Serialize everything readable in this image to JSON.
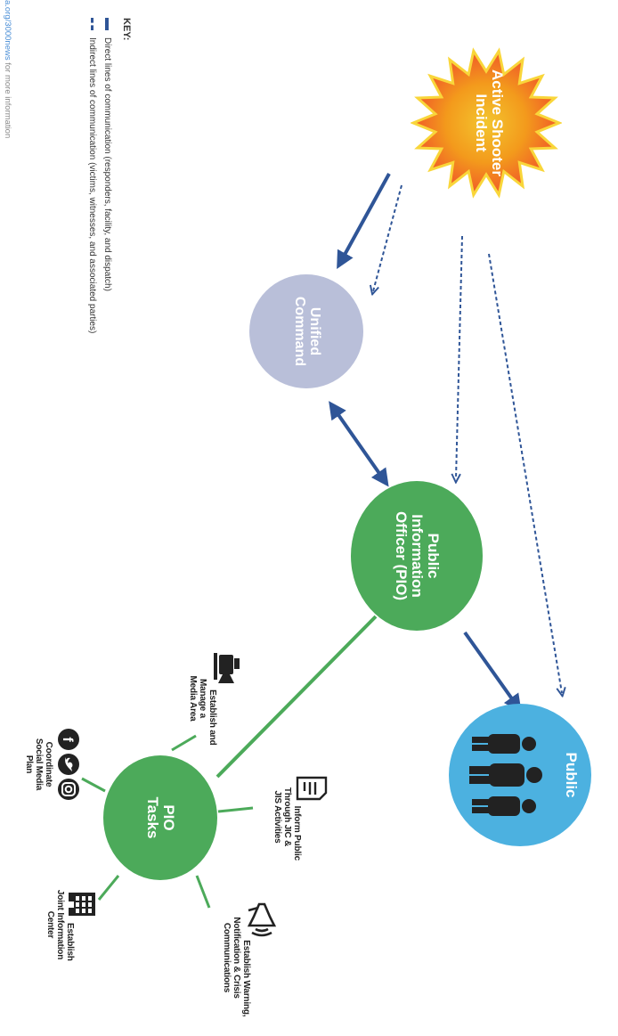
{
  "diagram": {
    "nodes": {
      "incident": {
        "label": "Active Shooter\nIncident"
      },
      "command": {
        "label": "Unified\nCommand"
      },
      "pio": {
        "label": "Public\nInformation\nOfficer (PIO)"
      },
      "public": {
        "label": "Public"
      },
      "tasks": {
        "label": "PIO\nTasks"
      }
    },
    "tasks": [
      {
        "label": "Establish and\nManage a\nMedia Area",
        "icon": "media-camera-icon"
      },
      {
        "label": "Inform Public\nThrough JIC &\nJIS Activities",
        "icon": "document-icon"
      },
      {
        "label": "Establish Warning,\nNotification & Crisis\nCommunications",
        "icon": "megaphone-icon"
      },
      {
        "label": "Establish\nJoint Information\nCenter",
        "icon": "building-icon"
      },
      {
        "label": "Coordinate\nSocial Media\nPlan",
        "icon": "social-media-icons"
      }
    ],
    "colors": {
      "incident_fill": "#f39a1c",
      "incident_spikes": "#f9d63a",
      "command": "#b9bfd9",
      "pio": "#4caa5a",
      "public": "#4cb1e0",
      "direct_line": "#2f5597",
      "indirect_line": "#2f5597",
      "task_line": "#4caa5a"
    }
  },
  "key": {
    "title": "KEY:",
    "direct": "Direct lines of communication (responders, facility, and dispatch)",
    "indirect": "Indirect lines of communication (victims, witnesses, and associated parties)"
  },
  "footer": {
    "link_text": "a.org/3000news",
    "rest": " for more information"
  }
}
